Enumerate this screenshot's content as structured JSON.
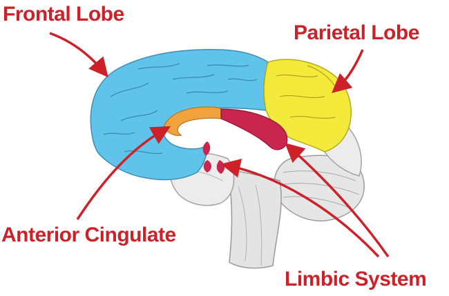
{
  "labels": {
    "frontal_lobe": "Frontal Lobe",
    "parietal_lobe": "Parietal Lobe",
    "anterior_cingulate": "Anterior Cingulate",
    "limbic_system": "Limbic System"
  },
  "colors": {
    "label_text": "#cc2128",
    "arrow": "#cc2128",
    "frontal_lobe": "#5fc3ea",
    "parietal_lobe": "#f4ea3c",
    "anterior_cingulate": "#f0a23c",
    "limbic_system": "#c8264f",
    "brain_tissue": "#e9e9e9",
    "brain_line": "#a9a9a9"
  }
}
